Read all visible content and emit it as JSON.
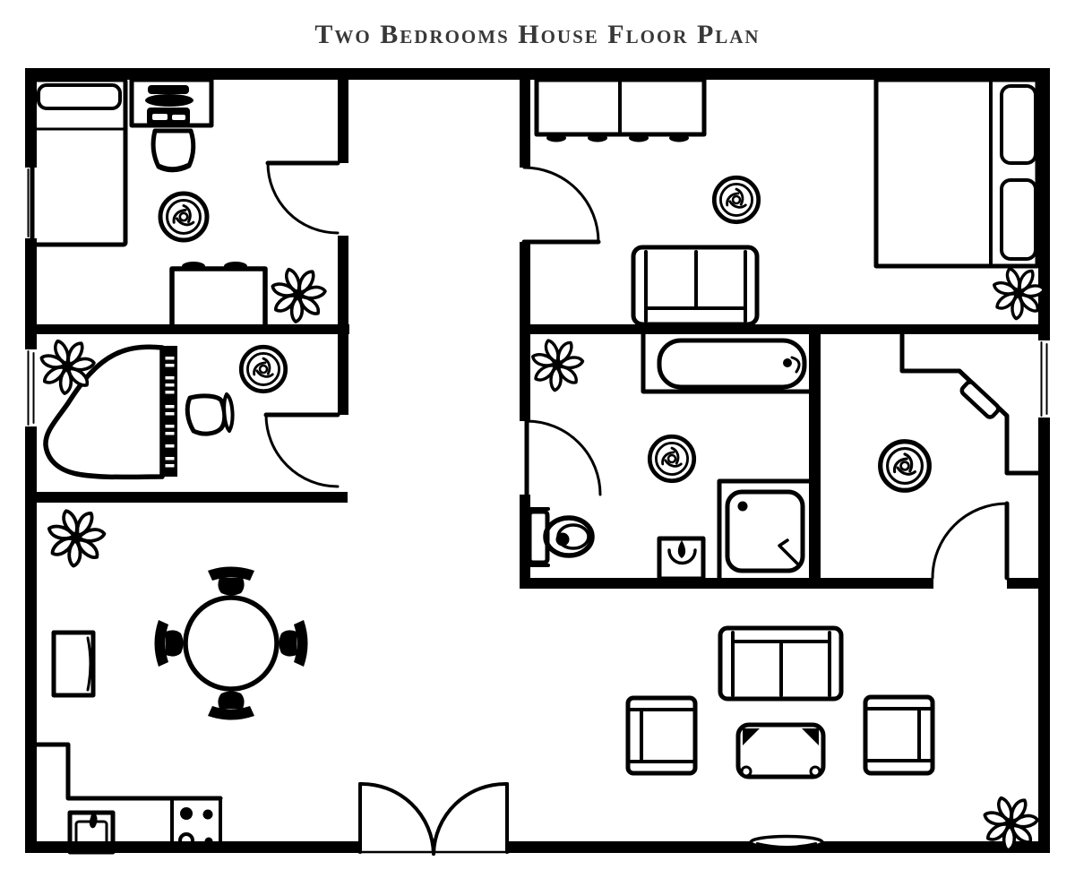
{
  "title": "Two Bedrooms House Floor Plan",
  "colors": {
    "ink": "#000000",
    "background": "#ffffff",
    "title_text": "#383838"
  },
  "plan": {
    "entrance": "double-swing-door",
    "hallway": "central-corridor",
    "rooms": [
      {
        "name": "Bedroom 1",
        "position": "top-left",
        "items": [
          "single-bed",
          "pillow",
          "dresser-with-audio-set",
          "chair",
          "ceiling-fan",
          "console-table",
          "plant",
          "swing-door",
          "window"
        ]
      },
      {
        "name": "Bedroom 2",
        "position": "top-right",
        "items": [
          "double-bed",
          "two-pillows",
          "wardrobe",
          "loveseat",
          "ceiling-fan",
          "plant",
          "swing-door"
        ]
      },
      {
        "name": "Music Room",
        "position": "middle-left",
        "items": [
          "grand-piano",
          "piano-stool",
          "ceiling-fan",
          "plant",
          "swing-door",
          "window"
        ]
      },
      {
        "name": "Bathroom",
        "position": "middle-center",
        "items": [
          "bathtub",
          "toilet",
          "wash-basin",
          "shower-cabin",
          "ceiling-fan",
          "plant",
          "swing-door"
        ]
      },
      {
        "name": "Study",
        "position": "middle-right",
        "items": [
          "corner-desk",
          "desk-chair",
          "ceiling-fan",
          "swing-door",
          "window"
        ]
      },
      {
        "name": "Living / Dining / Kitchen",
        "position": "bottom",
        "items": [
          "round-dining-table",
          "four-dining-chairs",
          "kitchen-counter",
          "cooktop",
          "kitchen-sink",
          "side-cabinet",
          "sofa",
          "two-armchairs",
          "coffee-table",
          "floor-mat",
          "two-plants",
          "double-entrance-door"
        ]
      }
    ]
  },
  "counts": {
    "bedrooms": 2,
    "ceiling_fans": 5,
    "plants": 6,
    "interior_doors": 5,
    "windows": 3
  }
}
